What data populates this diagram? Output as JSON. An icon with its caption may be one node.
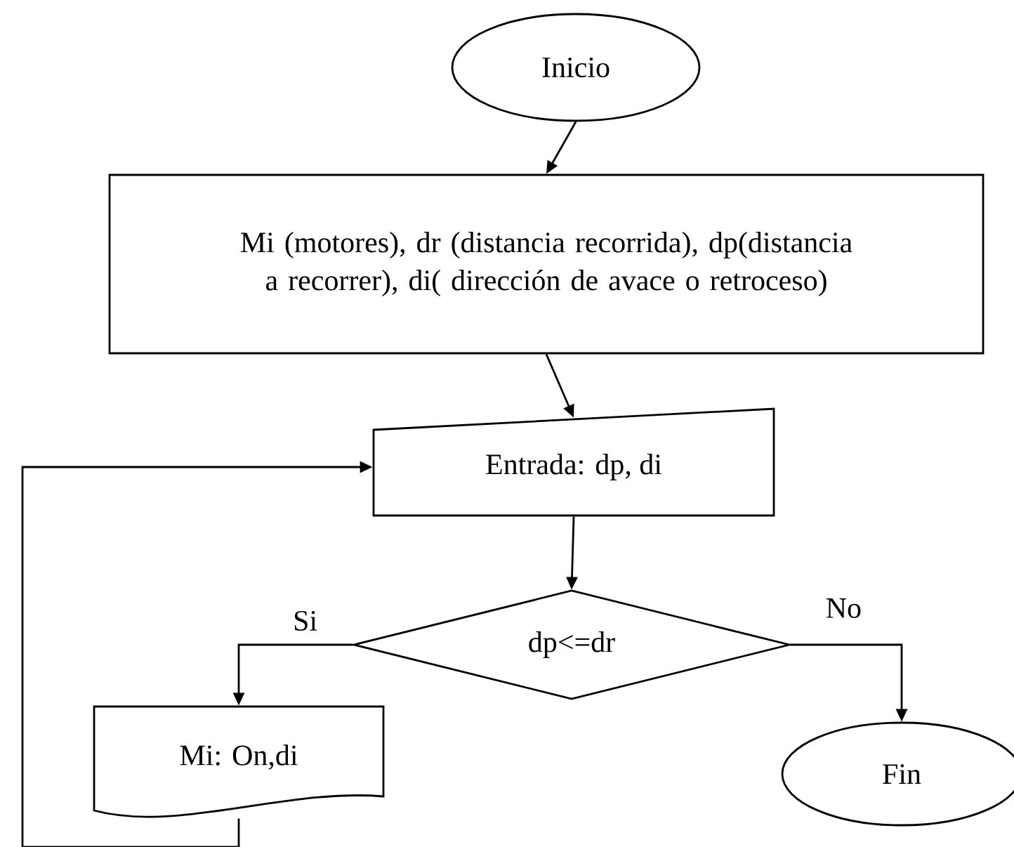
{
  "diagram": {
    "nodes": [
      {
        "text": [
          "Inicio"
        ]
      },
      {
        "text": [
          "Mi (motores), dr (distancia recorrida), dp(distancia a recorrer), di( dirección de avace o retroceso)"
        ]
      },
      {
        "text": [
          "Entrada: dp, di"
        ]
      },
      {
        "text": [
          "dp<=dr"
        ]
      },
      {
        "text": [
          "Mi: On,di"
        ]
      },
      {
        "text": [
          "Fin"
        ]
      }
    ],
    "edges": [
      {
        "from": 0,
        "to": 1,
        "arrow": "to"
      },
      {
        "from": 1,
        "to": 2,
        "arrow": "to"
      },
      {
        "from": 2,
        "to": 3,
        "arrow": "to"
      },
      {
        "from": 3,
        "to": 4,
        "arrow": "to",
        "label": "Si"
      },
      {
        "from": 3,
        "to": 5,
        "arrow": "to",
        "label": "No"
      },
      {
        "from": 4,
        "to": 2,
        "arrow": "to"
      }
    ]
  }
}
